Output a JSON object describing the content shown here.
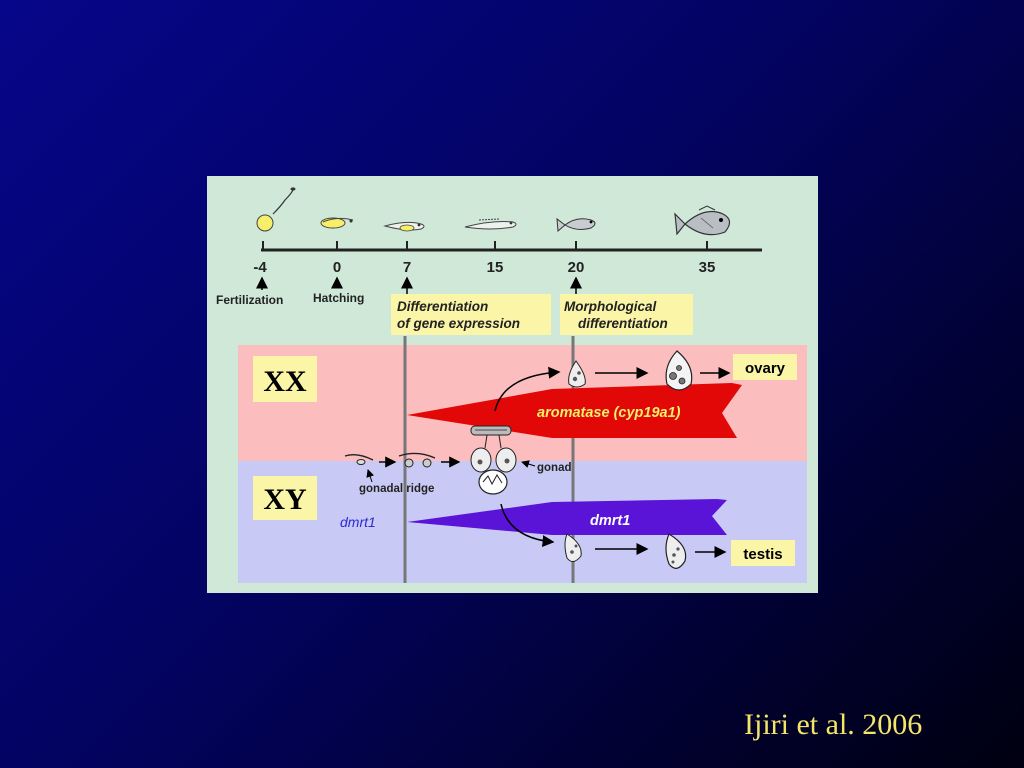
{
  "timeline": {
    "ticks": [
      "-4",
      "0",
      "7",
      "15",
      "20",
      "35"
    ],
    "events": {
      "fertilization": "Fertilization",
      "hatching": "Hatching"
    },
    "stages": {
      "gene_expression": [
        "Differentiation",
        "of gene expression"
      ],
      "morphological": [
        "Morphological",
        "differentiation"
      ]
    }
  },
  "xx": {
    "label": "XX",
    "arrow_label": "aromatase  (cyp19a1)",
    "outcome": "ovary"
  },
  "xy": {
    "label": "XY",
    "side_label": "dmrt1",
    "arrow_label": "dmrt1",
    "outcome": "testis"
  },
  "structures": {
    "gonadal_ridge": "gonadal ridge",
    "gonad": "gonad"
  },
  "colors": {
    "xx_band": "#fbbdbd",
    "xy_band": "#c9c9f6",
    "figure_bg": "#cfe8d8",
    "label_box": "#fbf5a8",
    "aromatase_arrow": "#e20808",
    "dmrt1_arrow": "#5a14d8"
  },
  "citation": "Ijiri et al. 2006"
}
